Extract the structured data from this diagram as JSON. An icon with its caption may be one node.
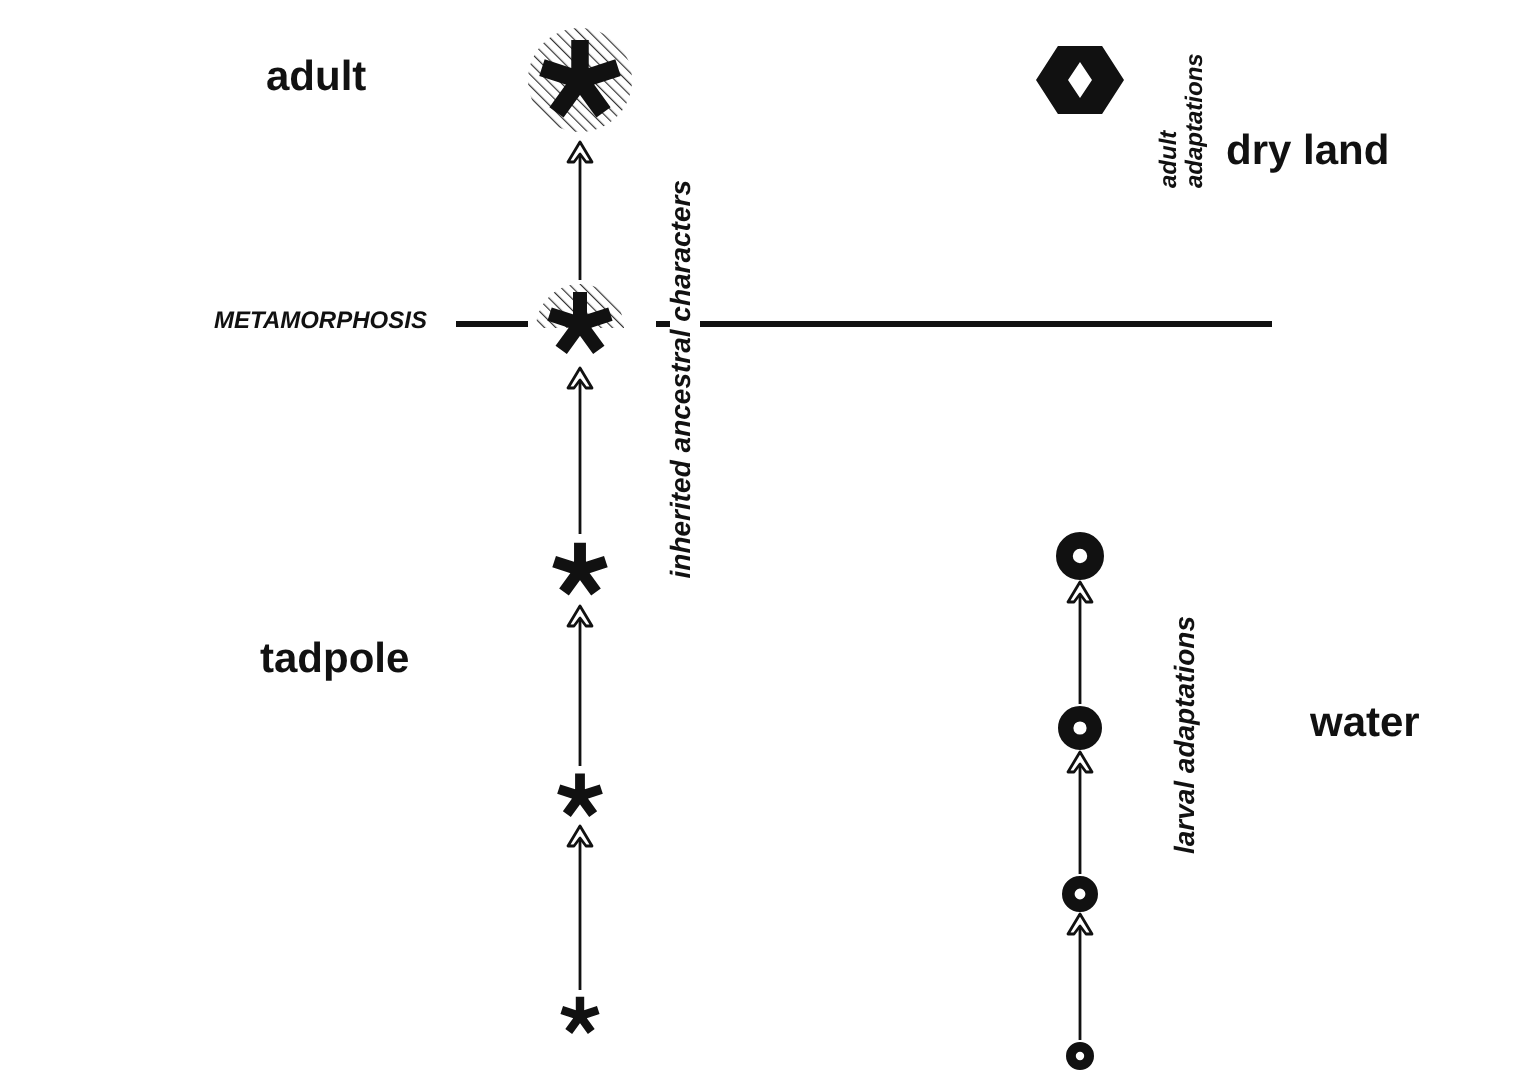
{
  "diagram": {
    "nodes": [
      {
        "text": [],
        "shape": "asterisk"
      },
      {
        "text": [],
        "shape": "asterisk"
      },
      {
        "text": [],
        "shape": "asterisk"
      },
      {
        "text": [],
        "shape": "asterisk"
      },
      {
        "text": [],
        "shape": "asterisk"
      },
      {
        "text": [],
        "shape": "hexagon"
      },
      {
        "text": [],
        "shape": "ring"
      },
      {
        "text": [],
        "shape": "ring"
      },
      {
        "text": [],
        "shape": "ring"
      },
      {
        "text": [],
        "shape": "ring"
      }
    ],
    "edges": [
      {
        "from": 1,
        "to": 0,
        "arrow": "to"
      },
      {
        "from": 2,
        "to": 1,
        "arrow": "to"
      },
      {
        "from": 3,
        "to": 2,
        "arrow": "to"
      },
      {
        "from": 4,
        "to": 3,
        "arrow": "to"
      },
      {
        "from": 7,
        "to": 6,
        "arrow": "to"
      },
      {
        "from": 8,
        "to": 7,
        "arrow": "to"
      },
      {
        "from": 9,
        "to": 8,
        "arrow": "to"
      }
    ],
    "labels": [
      "adult",
      "adult adaptations",
      "dry land",
      "METAMORPHOSIS",
      "inherited ancestral characters",
      "tadpole",
      "larval adaptations",
      "water"
    ]
  }
}
